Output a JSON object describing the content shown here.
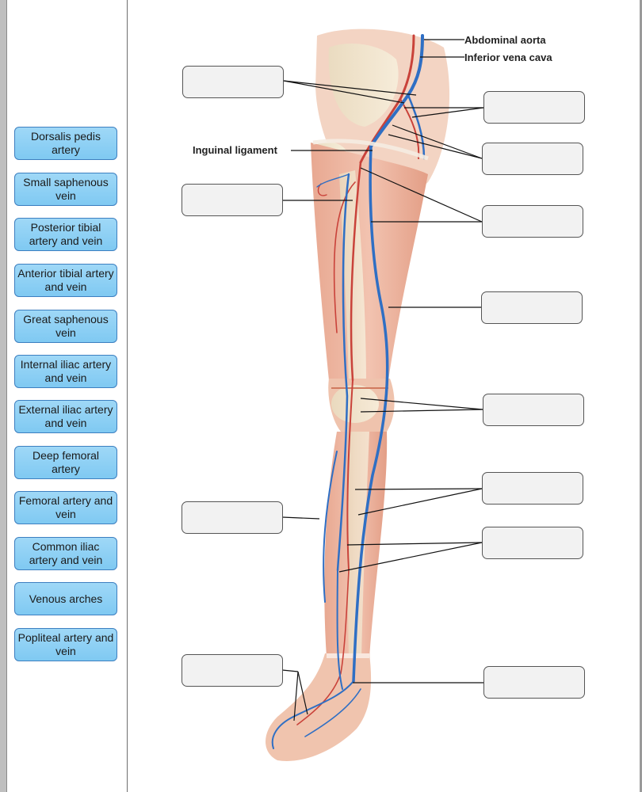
{
  "word_bank": [
    "Dorsalis pedis artery",
    "Small saphenous vein",
    "Posterior tibial artery and vein",
    "Anterior tibial artery and vein",
    "Great saphenous vein",
    "Internal iliac artery and vein",
    "External iliac artery and vein",
    "Deep femoral artery",
    "Femoral artery and vein",
    "Common iliac artery and vein",
    "Venous arches",
    "Popliteal artery and vein"
  ],
  "fixed_labels": {
    "abdominal_aorta": "Abdominal aorta",
    "inferior_vena_cava": "Inferior vena cava",
    "inguinal_ligament": "Inguinal ligament"
  },
  "colors": {
    "vein": "#2f6fc4",
    "artery": "#c9423a",
    "muscle": "#e3a38c",
    "bone": "#efe3c6",
    "term_fill": "#8fd0f5",
    "term_border": "#3d7fc0"
  }
}
